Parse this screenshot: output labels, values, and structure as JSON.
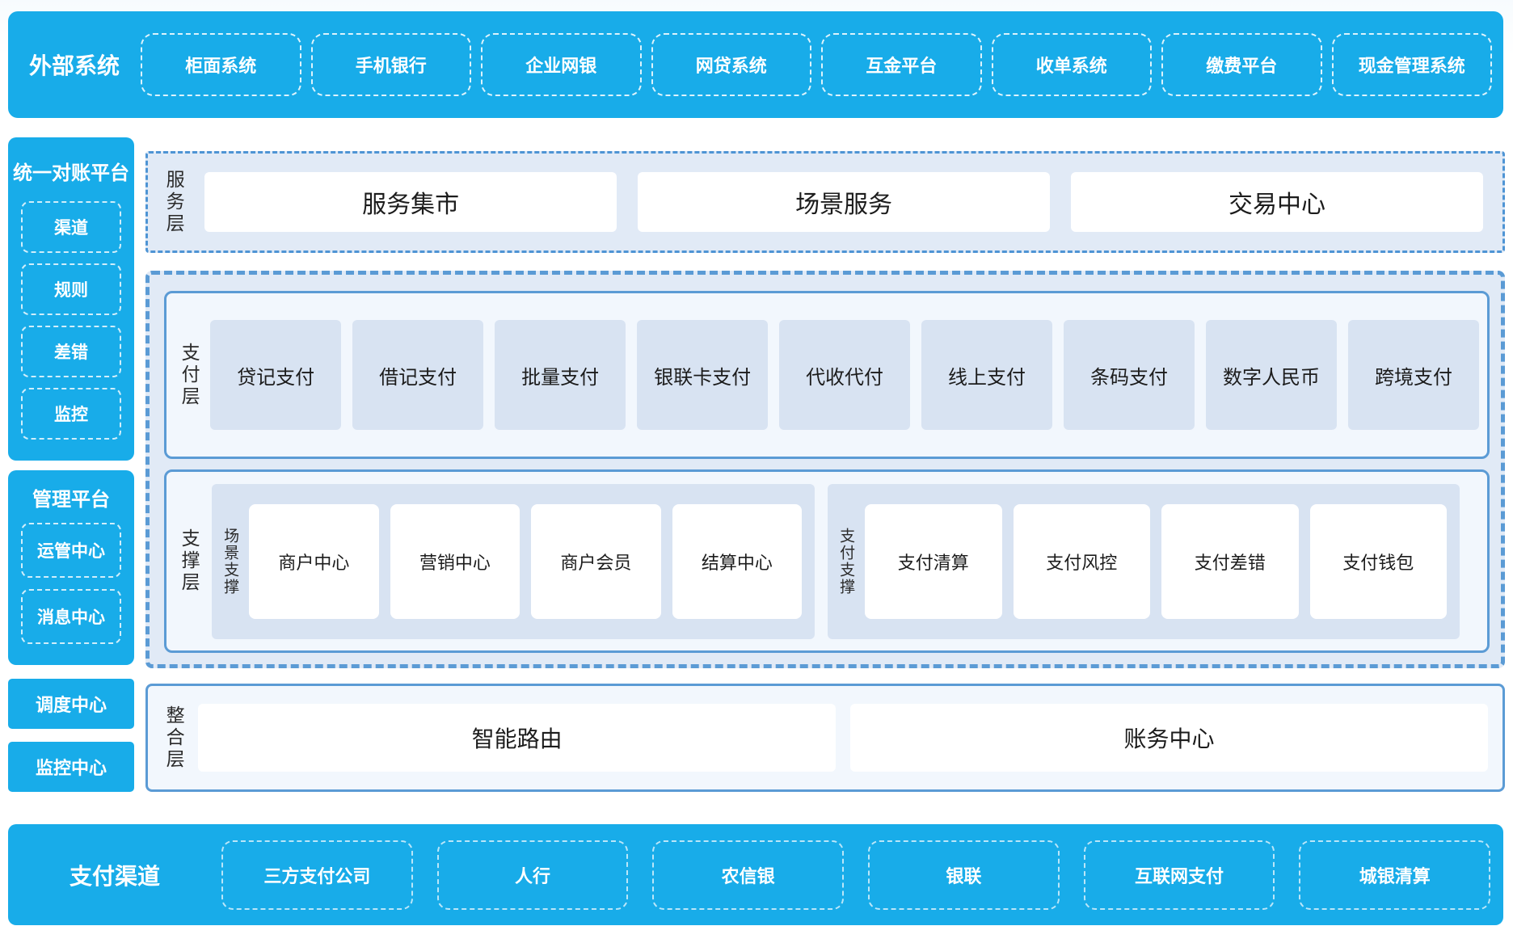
{
  "colors": {
    "bar_blue": "#18ace9",
    "panel_bg": "#e1eaf6",
    "panel_border": "#5b9bd5",
    "inner_box_bg": "#f2f7fd",
    "item_blue_bg": "#d8e3f2",
    "text_dark": "#1c1c1c"
  },
  "top_bar": {
    "title": "外部系统",
    "items": [
      "柜面系统",
      "手机银行",
      "企业网银",
      "网贷系统",
      "互金平台",
      "收单系统",
      "缴费平台",
      "现金管理系统"
    ]
  },
  "sidebar": {
    "reconciliation_platform": {
      "title": "统一对账平台",
      "items": [
        "渠道",
        "规则",
        "差错",
        "监控"
      ]
    },
    "management_platform": {
      "title": "管理平台",
      "items": [
        "运管中心",
        "消息中心"
      ]
    },
    "standalone_items": [
      "调度中心",
      "监控中心"
    ]
  },
  "service_layer": {
    "label": "服务层",
    "items": [
      "服务集市",
      "场景服务",
      "交易中心"
    ]
  },
  "payment_layer": {
    "label": "支付层",
    "items": [
      "贷记支付",
      "借记支付",
      "批量支付",
      "银联卡支付",
      "代收代付",
      "线上支付",
      "条码支付",
      "数字人民币",
      "跨境支付"
    ]
  },
  "support_layer": {
    "label": "支撑层",
    "groups": [
      {
        "label": "场景支撑",
        "items": [
          "商户中心",
          "营销中心",
          "商户会员",
          "结算中心"
        ]
      },
      {
        "label": "支付支撑",
        "items": [
          "支付清算",
          "支付风控",
          "支付差错",
          "支付钱包"
        ]
      }
    ]
  },
  "integration_layer": {
    "label": "整合层",
    "items": [
      "智能路由",
      "账务中心"
    ]
  },
  "bottom_bar": {
    "title": "支付渠道",
    "items": [
      "三方支付公司",
      "人行",
      "农信银",
      "银联",
      "互联网支付",
      "城银清算"
    ]
  }
}
